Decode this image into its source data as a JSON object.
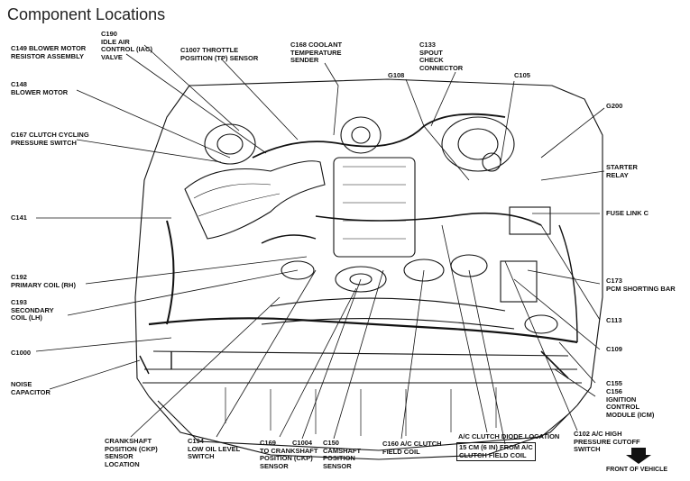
{
  "title": "Component Locations",
  "labels": {
    "c190": "C190\nIDLE AIR\nCONTROL (IAC)\nVALVE",
    "c149": "C149 BLOWER MOTOR\nRESISTOR ASSEMBLY",
    "c1007": "C1007 THROTTLE\nPOSITION (TP) SENSOR",
    "c168": "C168 COOLANT\nTEMPERATURE\nSENDER",
    "c133": "C133\nSPOUT\nCHECK\nCONNECTOR",
    "g108": "G108",
    "c105": "C105",
    "g200": "G200",
    "c148": "C148\nBLOWER MOTOR",
    "c167": "C167 CLUTCH CYCLING\nPRESSURE SWITCH",
    "starter": "STARTER\nRELAY",
    "c141": "C141",
    "fuse": "FUSE LINK C",
    "c192": "C192\nPRIMARY COIL (RH)",
    "c193": "C193\nSECONDARY\nCOIL (LH)",
    "c173": "C173\nPCM SHORTING BAR",
    "c113": "C113",
    "c1000": "C1000",
    "c109": "C109",
    "noise": "NOISE\nCAPACITOR",
    "c155": "C155",
    "c156": "C156\nIGNITION\nCONTROL\nMODULE (ICM)",
    "ckp": "CRANKSHAFT\nPOSITION (CKP)\nSENSOR\nLOCATION",
    "c194": "C194\nLOW OIL LEVEL\nSWITCH",
    "c169": "C169\nTO CRANKSHAFT\nPOSITION (CKP)\nSENSOR",
    "c1004": "C1004",
    "c150": "C150\nCAMSHAFT\nPOSITION\nSENSOR",
    "c160": "C160 A/C CLUTCH\nFIELD COIL",
    "diode": "A/C CLUTCH DIODE LOCATION",
    "diode_box": "15 CM (6 IN) FROM A/C\nCLUTCH FIELD COIL",
    "c102": "C102 A/C HIGH\nPRESSURE CUTOFF\nSWITCH",
    "front": "FRONT OF VEHICLE"
  }
}
